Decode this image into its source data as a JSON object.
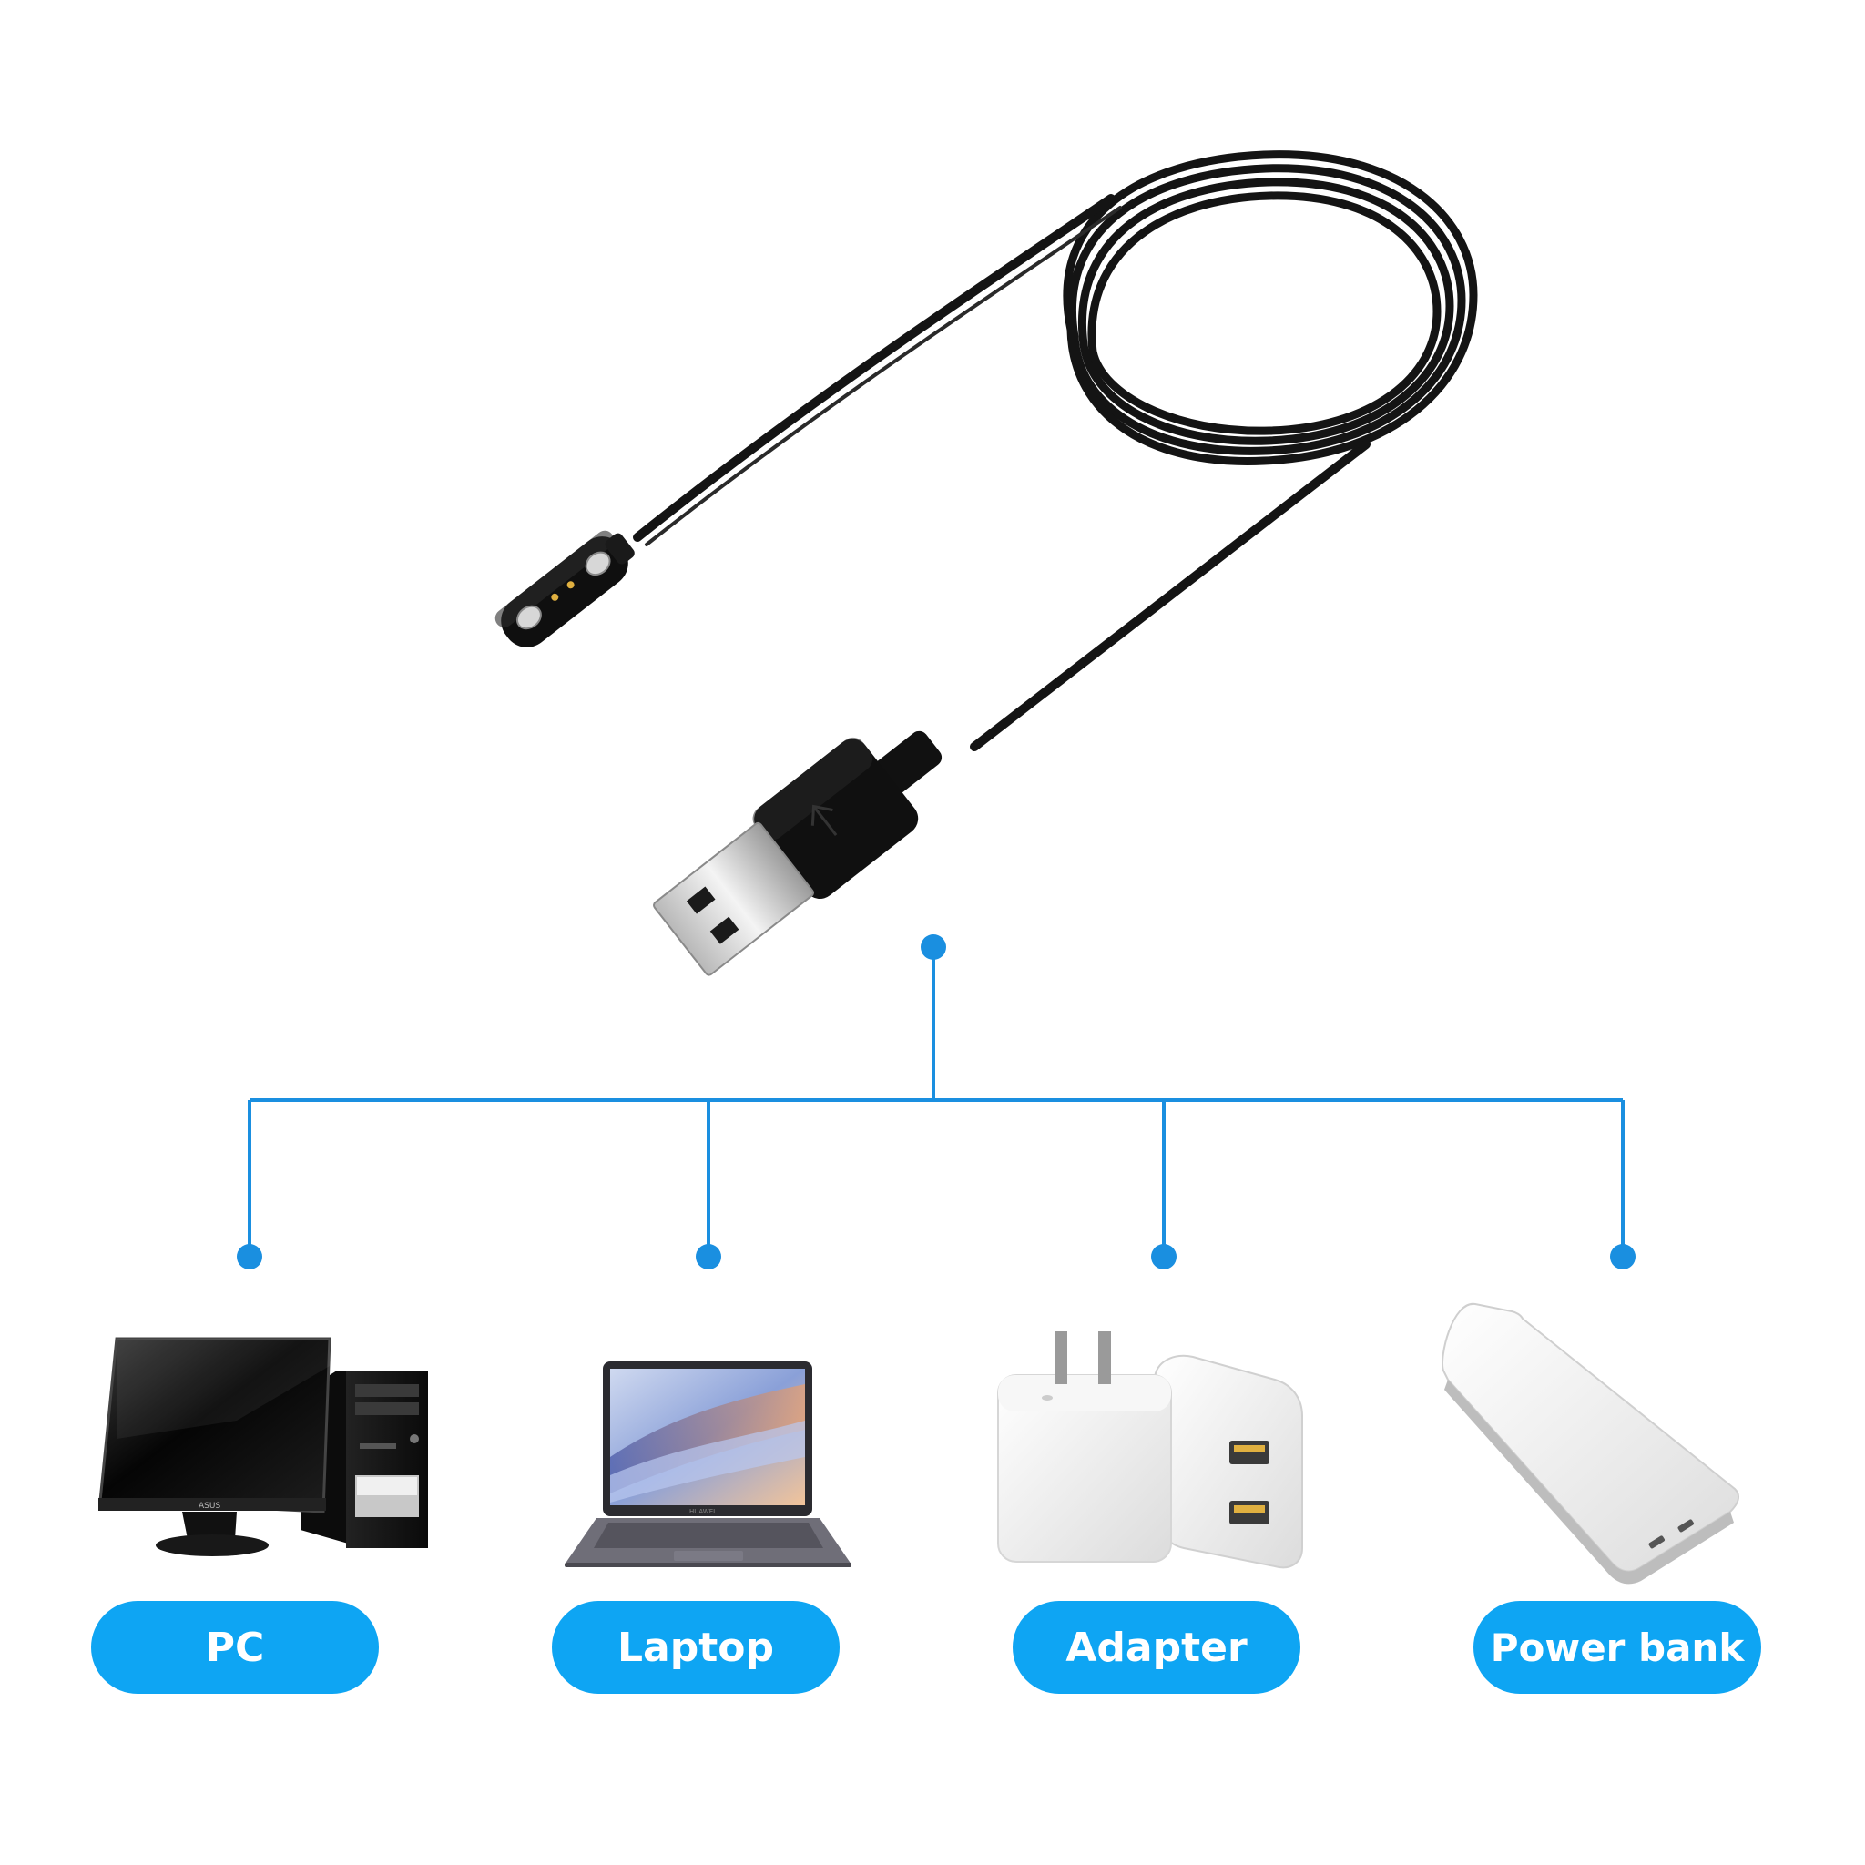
{
  "colors": {
    "accent": "#0ea5f3",
    "connector": "#1a8fe0",
    "cable": "#141414"
  },
  "devices": [
    {
      "id": "pc",
      "label": "PC"
    },
    {
      "id": "laptop",
      "label": "Laptop"
    },
    {
      "id": "adapter",
      "label": "Adapter"
    },
    {
      "id": "powerbank",
      "label": "Power bank"
    }
  ],
  "brands": {
    "monitor": "ASUS",
    "laptop": "HUAWEI"
  }
}
